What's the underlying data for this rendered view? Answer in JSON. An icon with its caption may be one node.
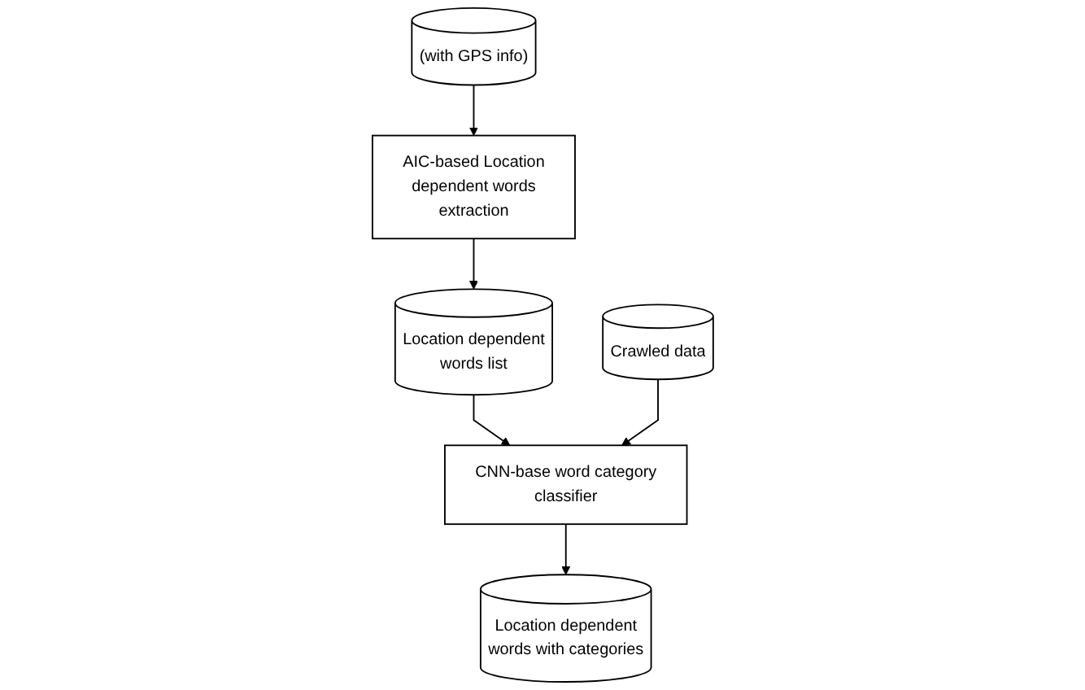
{
  "diagram": {
    "nodes": [
      {
        "text": [
          "(with GPS info)"
        ]
      },
      {
        "text": [
          "Crawled data"
        ]
      },
      {
        "text": [
          "AIC-based Location dependent words extraction"
        ]
      },
      {
        "text": [
          "CNN-base word category classifier"
        ]
      },
      {
        "text": [
          "Location dependent words list"
        ]
      },
      {
        "text": [
          "Location dependent words with categories"
        ]
      }
    ],
    "edges": [
      {
        "from": 0,
        "to": 2,
        "arrow": "to"
      },
      {
        "from": 2,
        "to": 4,
        "arrow": "to"
      },
      {
        "from": 4,
        "to": 3,
        "arrow": "to"
      },
      {
        "from": 1,
        "to": 3,
        "arrow": "to"
      },
      {
        "from": 3,
        "to": 5,
        "arrow": "to"
      }
    ]
  }
}
